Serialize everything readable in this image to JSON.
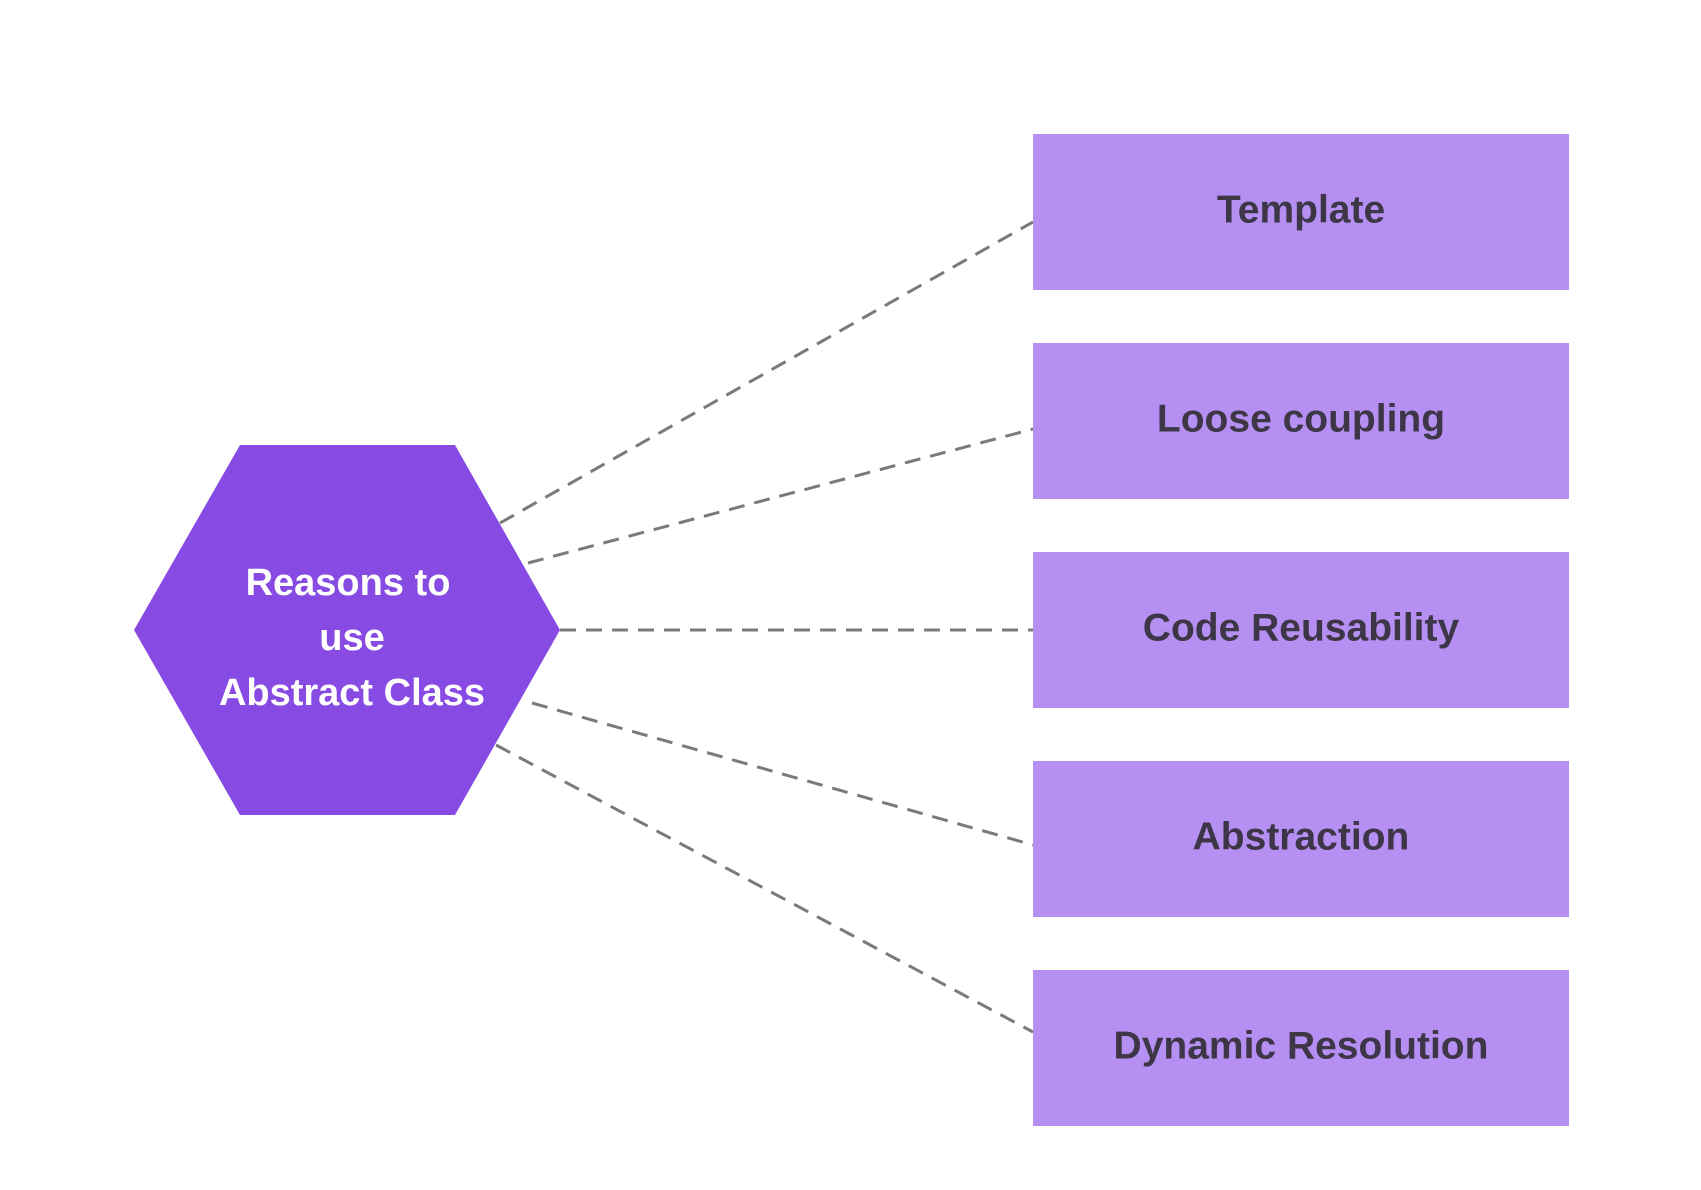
{
  "diagram": {
    "hub": {
      "lines": [
        "Reasons to",
        "use",
        "Abstract Class"
      ],
      "color": "#874be4",
      "text_color": "#ffffff"
    },
    "reasons": [
      {
        "label": "Template"
      },
      {
        "label": "Loose coupling"
      },
      {
        "label": "Code Reusability"
      },
      {
        "label": "Abstraction"
      },
      {
        "label": "Dynamic Resolution"
      }
    ],
    "box_color": "#b68ff2",
    "box_text_color": "#3d3647",
    "connector_color": "#7a7a7a",
    "connector_style": "dashed"
  }
}
